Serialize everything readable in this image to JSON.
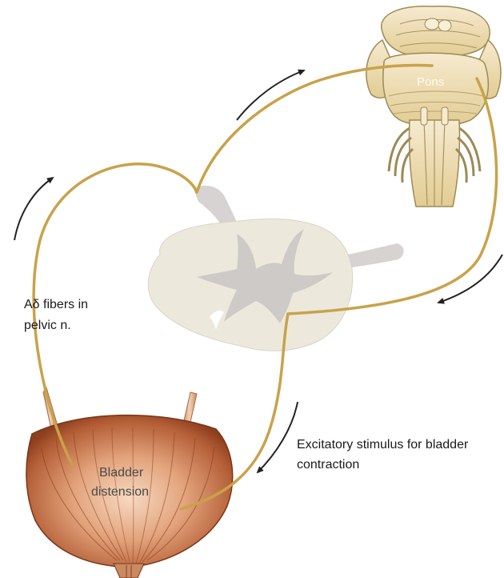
{
  "labels": {
    "pons": "Pons",
    "afferent_line1": "Aδ fibers in",
    "afferent_line2": "pelvic n.",
    "efferent_line1": "Excitatory stimulus for bladder",
    "efferent_line2": "contraction",
    "bladder_line1": "Bladder",
    "bladder_line2": "distension"
  },
  "colors": {
    "nerve_pathway": "#c9a24a",
    "bladder_fill": "#b9683f",
    "bladder_light": "#f2c8aa",
    "spinal_cord_white": "#ece9dc",
    "spinal_cord_gray": "#cdcac8",
    "brainstem": "#efe0b4",
    "arrow": "#222222"
  }
}
